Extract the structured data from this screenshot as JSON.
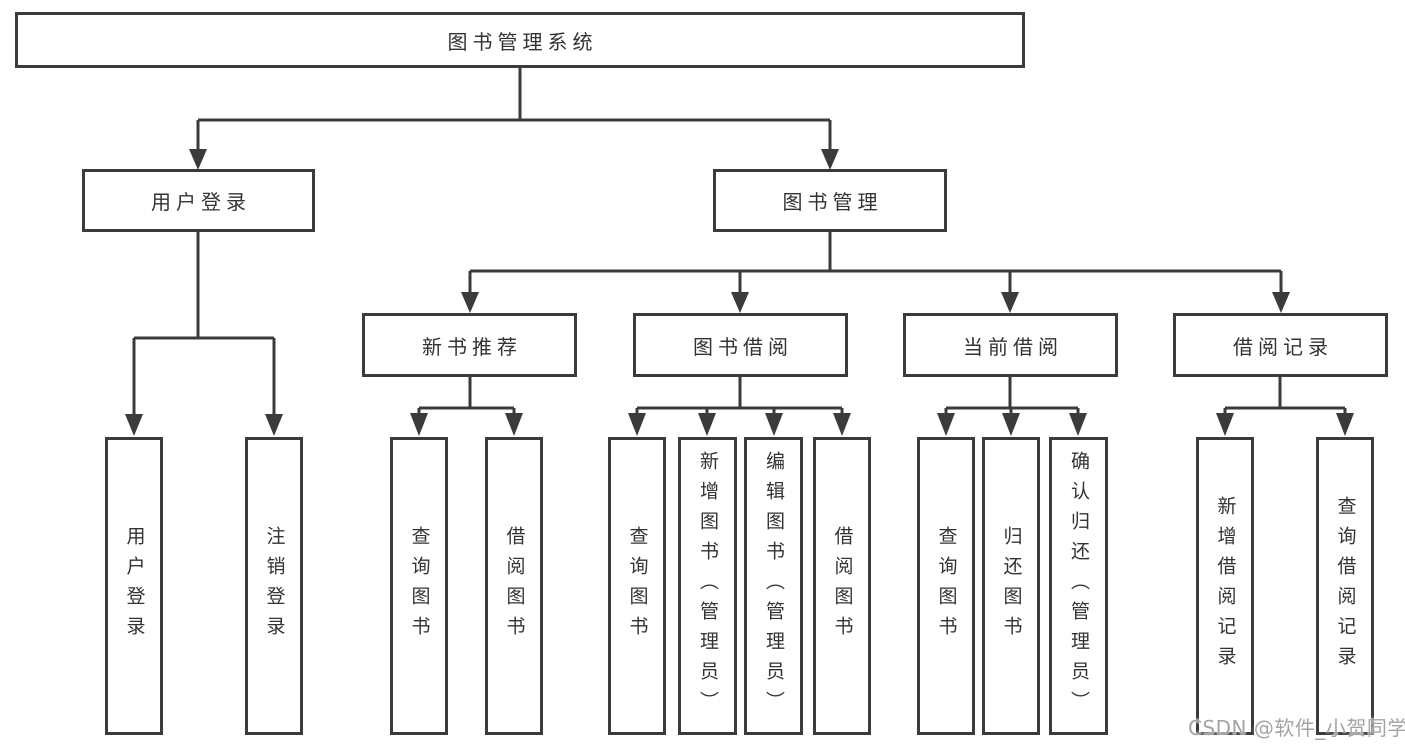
{
  "tree": {
    "root": {
      "label": "图书管理系统"
    },
    "branches": [
      {
        "label": "用户登录",
        "children": [
          {
            "label": "用户登录"
          },
          {
            "label": "注销登录"
          }
        ]
      },
      {
        "label": "图书管理",
        "children": [
          {
            "label": "新书推荐",
            "children": [
              {
                "label": "查询图书"
              },
              {
                "label": "借阅图书"
              }
            ]
          },
          {
            "label": "图书借阅",
            "children": [
              {
                "label": "查询图书"
              },
              {
                "label": "新增图书（管理员）"
              },
              {
                "label": "编辑图书（管理员）"
              },
              {
                "label": "借阅图书"
              }
            ]
          },
          {
            "label": "当前借阅",
            "children": [
              {
                "label": "查询图书"
              },
              {
                "label": "归还图书"
              },
              {
                "label": "确认归还（管理员）"
              }
            ]
          },
          {
            "label": "借阅记录",
            "children": [
              {
                "label": "新增借阅记录"
              },
              {
                "label": "查询借阅记录"
              }
            ]
          }
        ]
      }
    ]
  },
  "watermark": {
    "text": "CSDN @软件_小贺同学"
  },
  "colors": {
    "background": "#ffffff",
    "line": "#3b3b3b",
    "box_border": "#3b3b3b",
    "box_fill": "#ffffff",
    "text": "#333333",
    "watermark": "#a4a4a4"
  }
}
